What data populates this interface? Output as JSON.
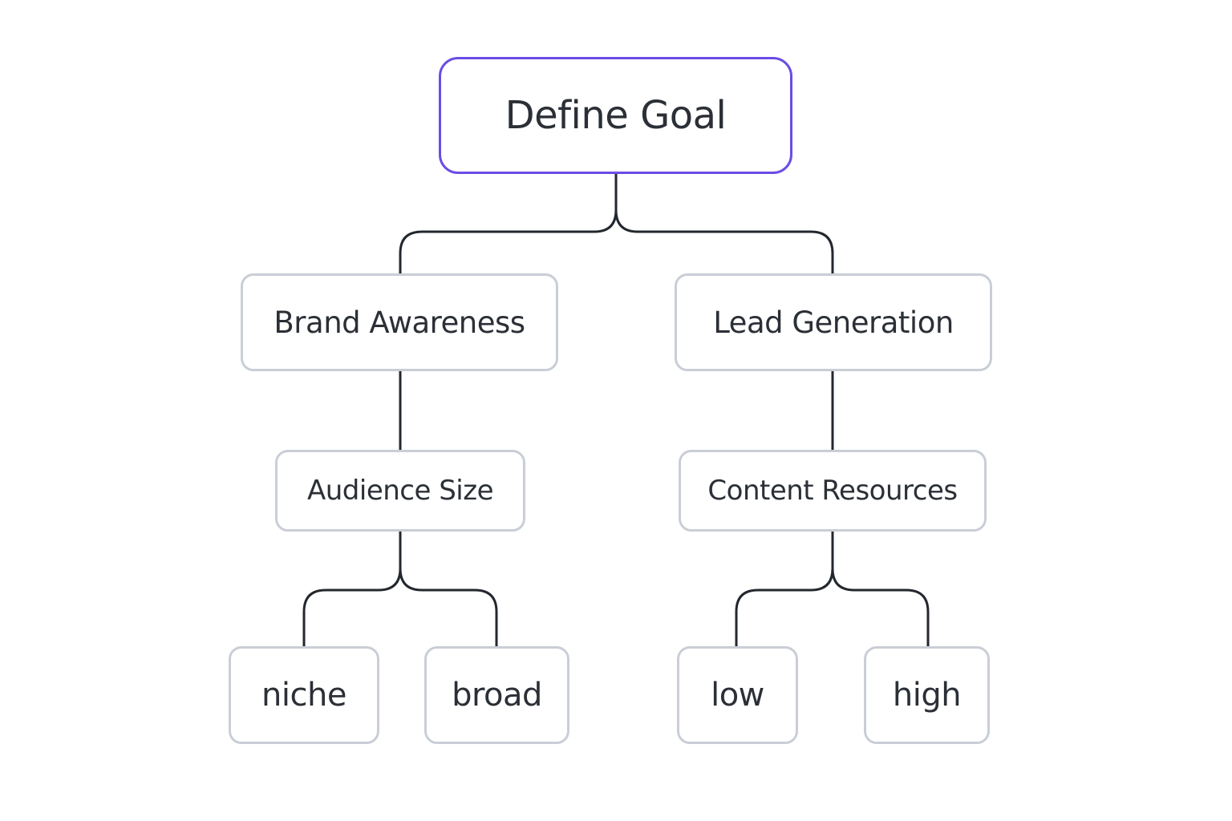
{
  "diagram": {
    "root": {
      "label": "Define Goal"
    },
    "branches": [
      {
        "label": "Brand Awareness",
        "criterion": "Audience Size",
        "options": [
          "niche",
          "broad"
        ]
      },
      {
        "label": "Lead Generation",
        "criterion": "Content Resources",
        "options": [
          "low",
          "high"
        ]
      }
    ]
  },
  "colors": {
    "root_border": "#6b4ce6",
    "node_border": "#c9ced6",
    "connector": "#23272e",
    "text": "#2b2f36",
    "background": "#ffffff"
  }
}
